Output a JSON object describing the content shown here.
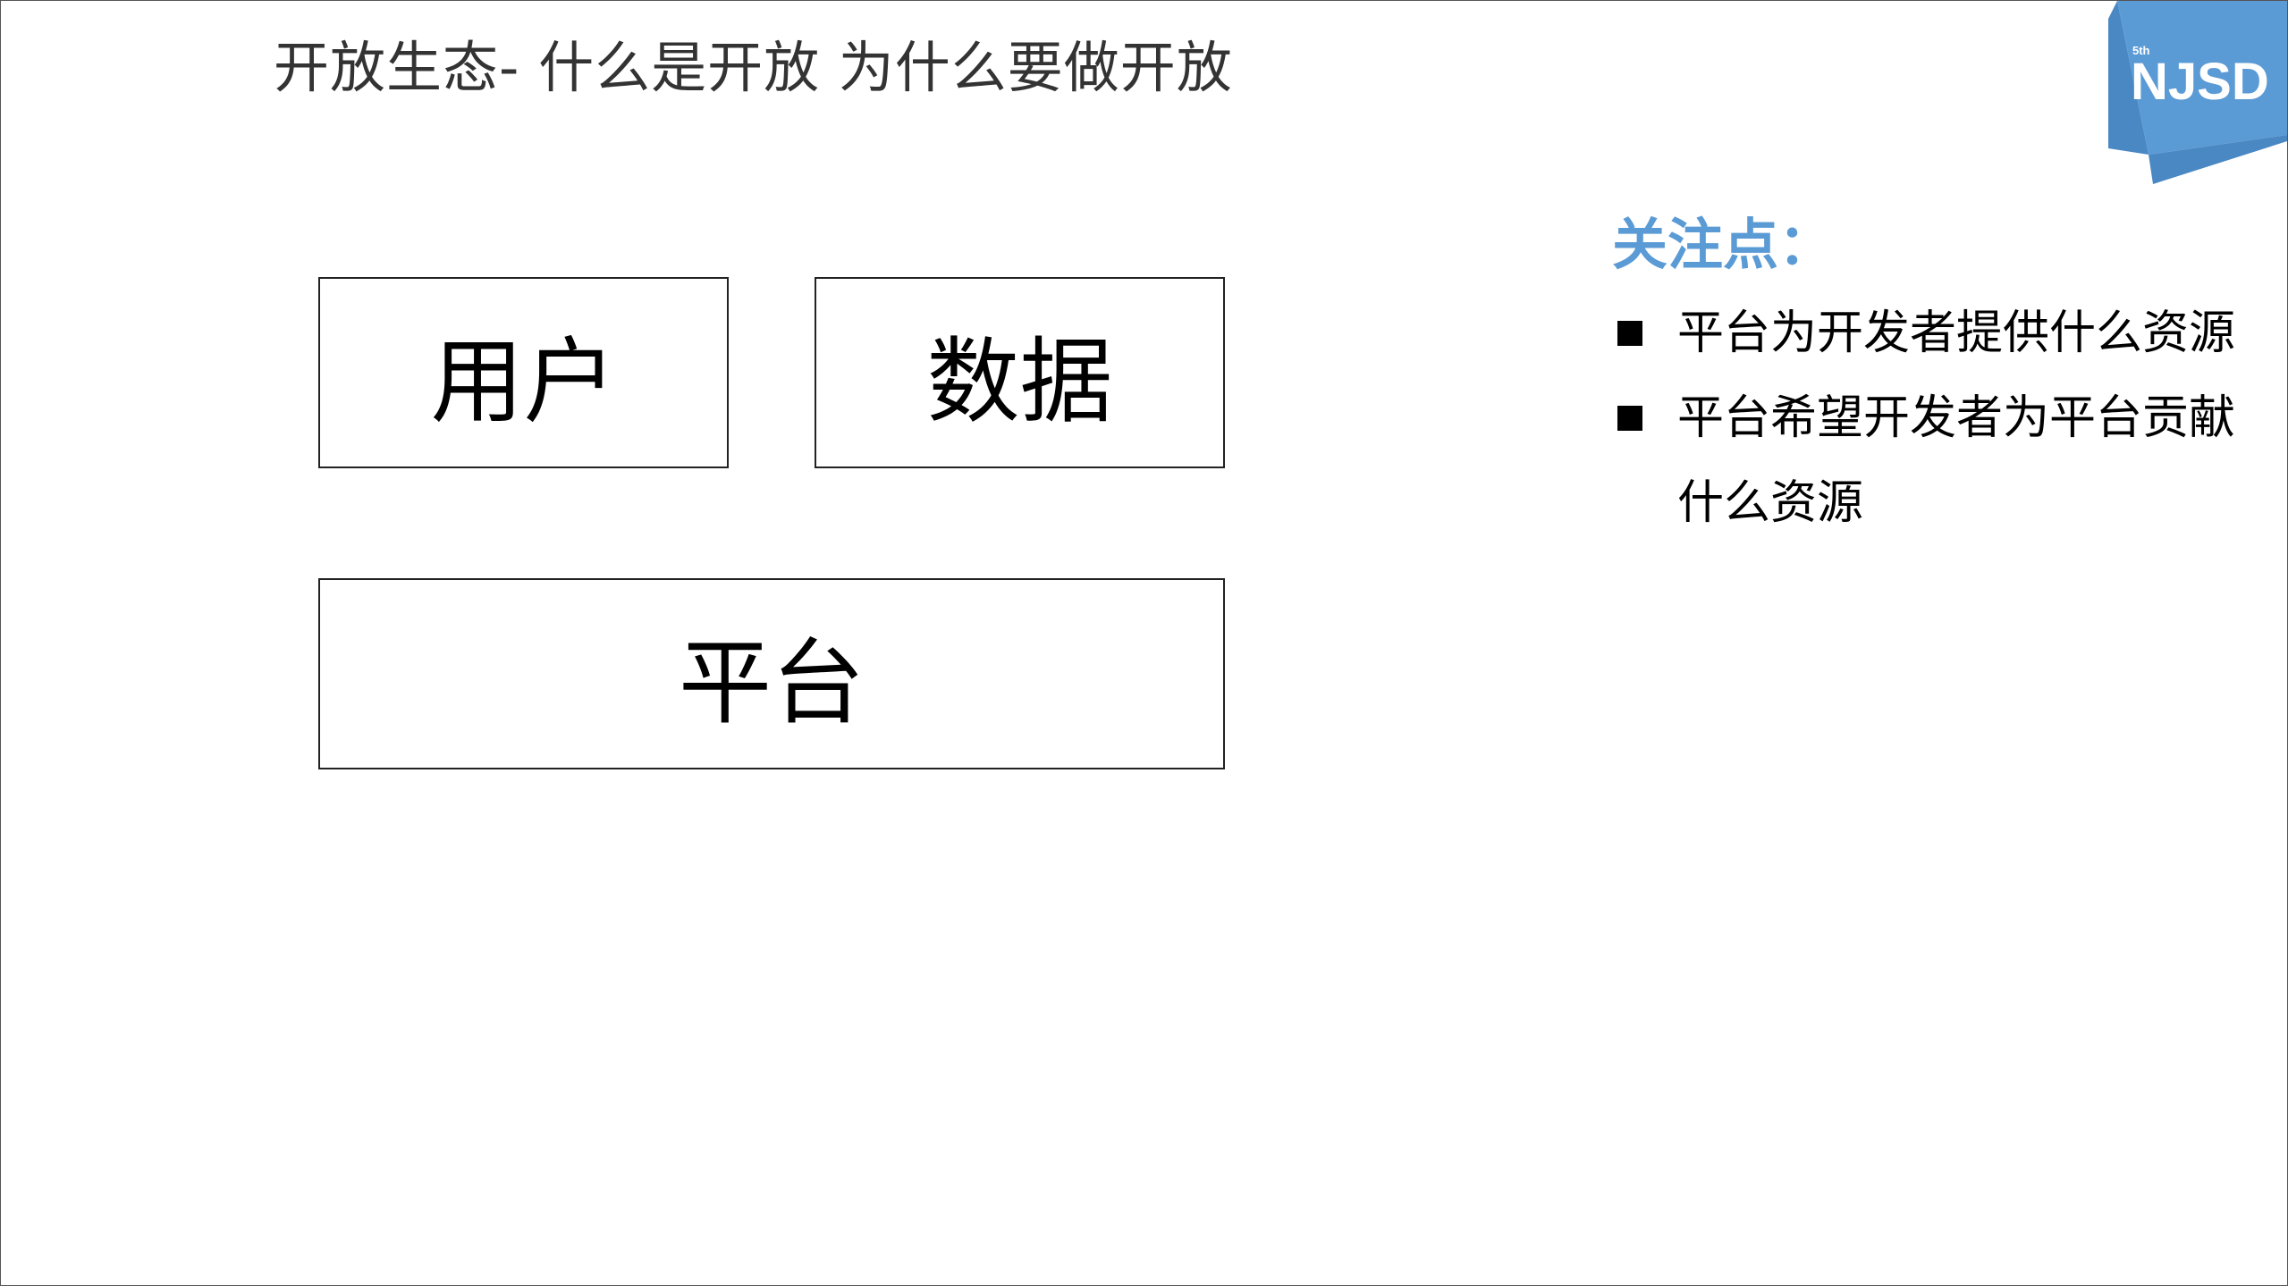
{
  "slide": {
    "title": "开放生态- 什么是开放 为什么要做开放",
    "logo": {
      "text": "NJSD",
      "superscript": "5th",
      "color": "#5b9bd5"
    },
    "diagram": {
      "boxes": {
        "user": "用户",
        "data": "数据",
        "platform": "平台"
      }
    },
    "focus": {
      "heading": "关注点：",
      "heading_color": "#5b9bd5",
      "items": [
        "平台为开发者提供什么资源",
        "平台希望开发者为平台贡献什么资源"
      ]
    }
  }
}
